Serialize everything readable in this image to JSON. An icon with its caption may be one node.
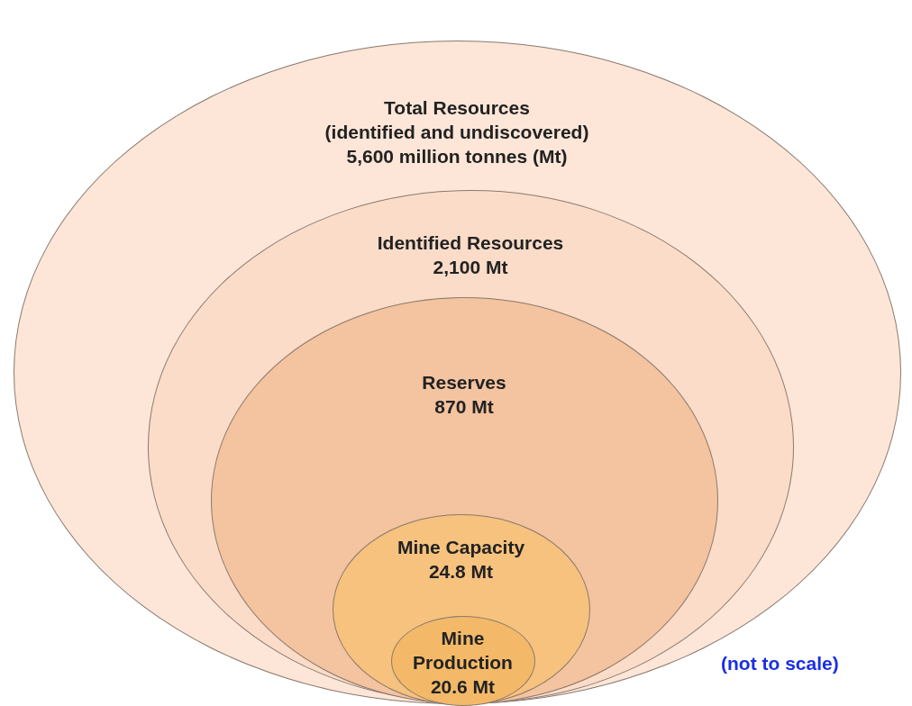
{
  "diagram": {
    "nodes": [
      {
        "text": [
          "Total Resources",
          "(identified and undiscovered)",
          "5,600 million tonnes (Mt)"
        ]
      },
      {
        "text": [
          "Identified Resources",
          "2,100 Mt"
        ],
        "in": 0
      },
      {
        "text": [
          "Reserves",
          "870 Mt"
        ],
        "in": 1
      },
      {
        "text": [
          "Mine Capacity",
          "24.8 Mt"
        ],
        "in": 2
      },
      {
        "text": [
          "Mine Production",
          "20.6 Mt"
        ],
        "in": 3
      }
    ],
    "edges": [],
    "labels": [
      "(not to scale)"
    ]
  }
}
